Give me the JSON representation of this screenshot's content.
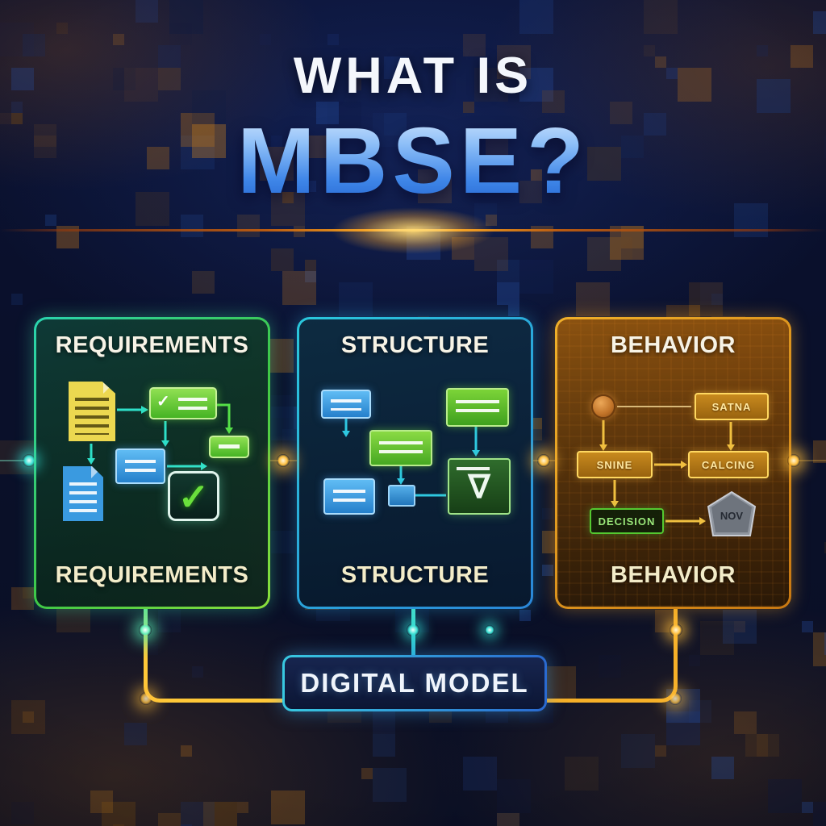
{
  "title": {
    "line1": "WHAT IS",
    "line2": "MBSE?"
  },
  "panels": [
    {
      "id": "requirements",
      "title": "REQUIREMENTS",
      "caption": "REQUIREMENTS"
    },
    {
      "id": "structure",
      "title": "STRUCTURE",
      "caption": "STRUCTURE"
    },
    {
      "id": "behavior",
      "title": "BEHAVIOR",
      "caption": "BEHAVIOR",
      "nodes": {
        "start_state": "SATNA",
        "state_a": "SNINE",
        "state_b": "CALCING",
        "decision": "DECISION",
        "final_state": "NOV"
      }
    }
  ],
  "footer": {
    "label": "DIGITAL MODEL"
  },
  "icons": {
    "check": "✓",
    "nabla": "∇"
  },
  "colors": {
    "background": "#0a102a",
    "accent_orange": "#ffb32a",
    "accent_teal": "#2ee0c8",
    "accent_green": "#5cc832",
    "accent_blue": "#2a86d8",
    "mbse_gradient_top": "#e2efff",
    "mbse_gradient_bottom": "#1d5ecb",
    "panel_green_border": "#3fc846",
    "panel_blue_border": "#2ac8dc",
    "panel_orange_border": "#e8a21e",
    "cream_text": "#f3ecc9"
  }
}
